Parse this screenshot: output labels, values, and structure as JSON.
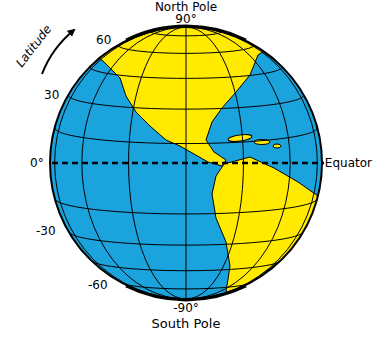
{
  "diagram": {
    "labels": [
      "North Pole",
      "90°",
      "Latitude",
      "60",
      "30",
      "0°",
      "Equator",
      "-30",
      "-60",
      "-90°",
      "South Pole"
    ]
  }
}
